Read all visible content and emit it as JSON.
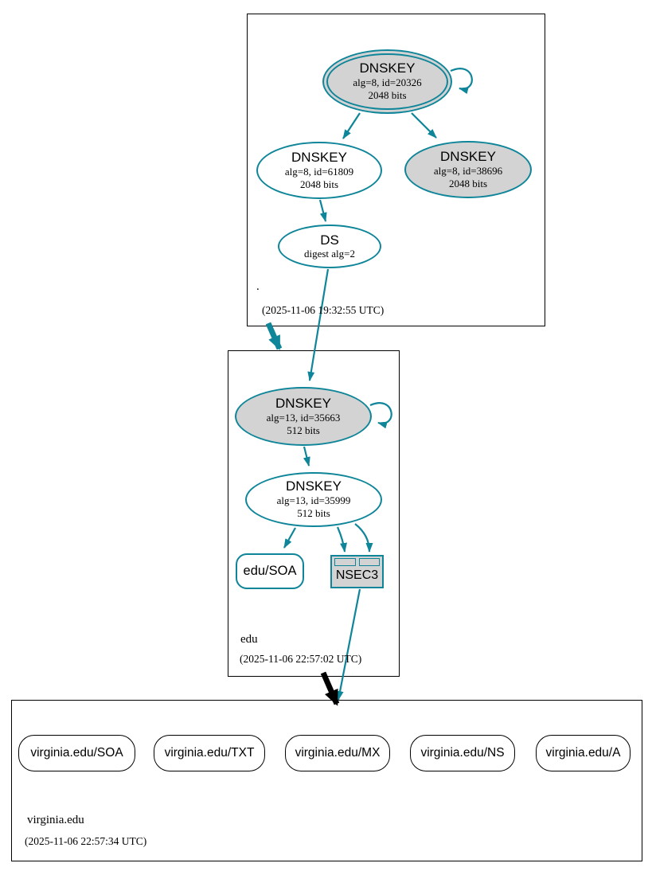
{
  "root_zone": {
    "name": ".",
    "timestamp": "(2025-11-06 19:32:55 UTC)",
    "nodes": {
      "ksk": {
        "title": "DNSKEY",
        "detail1": "alg=8, id=20326",
        "detail2": "2048 bits"
      },
      "zsk": {
        "title": "DNSKEY",
        "detail1": "alg=8, id=61809",
        "detail2": "2048 bits"
      },
      "dnskey_38696": {
        "title": "DNSKEY",
        "detail1": "alg=8, id=38696",
        "detail2": "2048 bits"
      },
      "ds": {
        "title": "DS",
        "detail1": "digest alg=2"
      }
    }
  },
  "edu_zone": {
    "name": "edu",
    "timestamp": "(2025-11-06 22:57:02 UTC)",
    "nodes": {
      "ksk": {
        "title": "DNSKEY",
        "detail1": "alg=13, id=35663",
        "detail2": "512 bits"
      },
      "zsk": {
        "title": "DNSKEY",
        "detail1": "alg=13, id=35999",
        "detail2": "512 bits"
      },
      "soa": {
        "label": "edu/SOA"
      },
      "nsec3": {
        "label": "NSEC3"
      }
    }
  },
  "virginia_zone": {
    "name": "virginia.edu",
    "timestamp": "(2025-11-06 22:57:34 UTC)",
    "rrsets": [
      {
        "label": "virginia.edu/SOA"
      },
      {
        "label": "virginia.edu/TXT"
      },
      {
        "label": "virginia.edu/MX"
      },
      {
        "label": "virginia.edu/NS"
      },
      {
        "label": "virginia.edu/A"
      }
    ]
  },
  "colors": {
    "secure": "#0e8599",
    "insecure_delegation": "#000000",
    "node_fill": "#d3d3d3"
  }
}
